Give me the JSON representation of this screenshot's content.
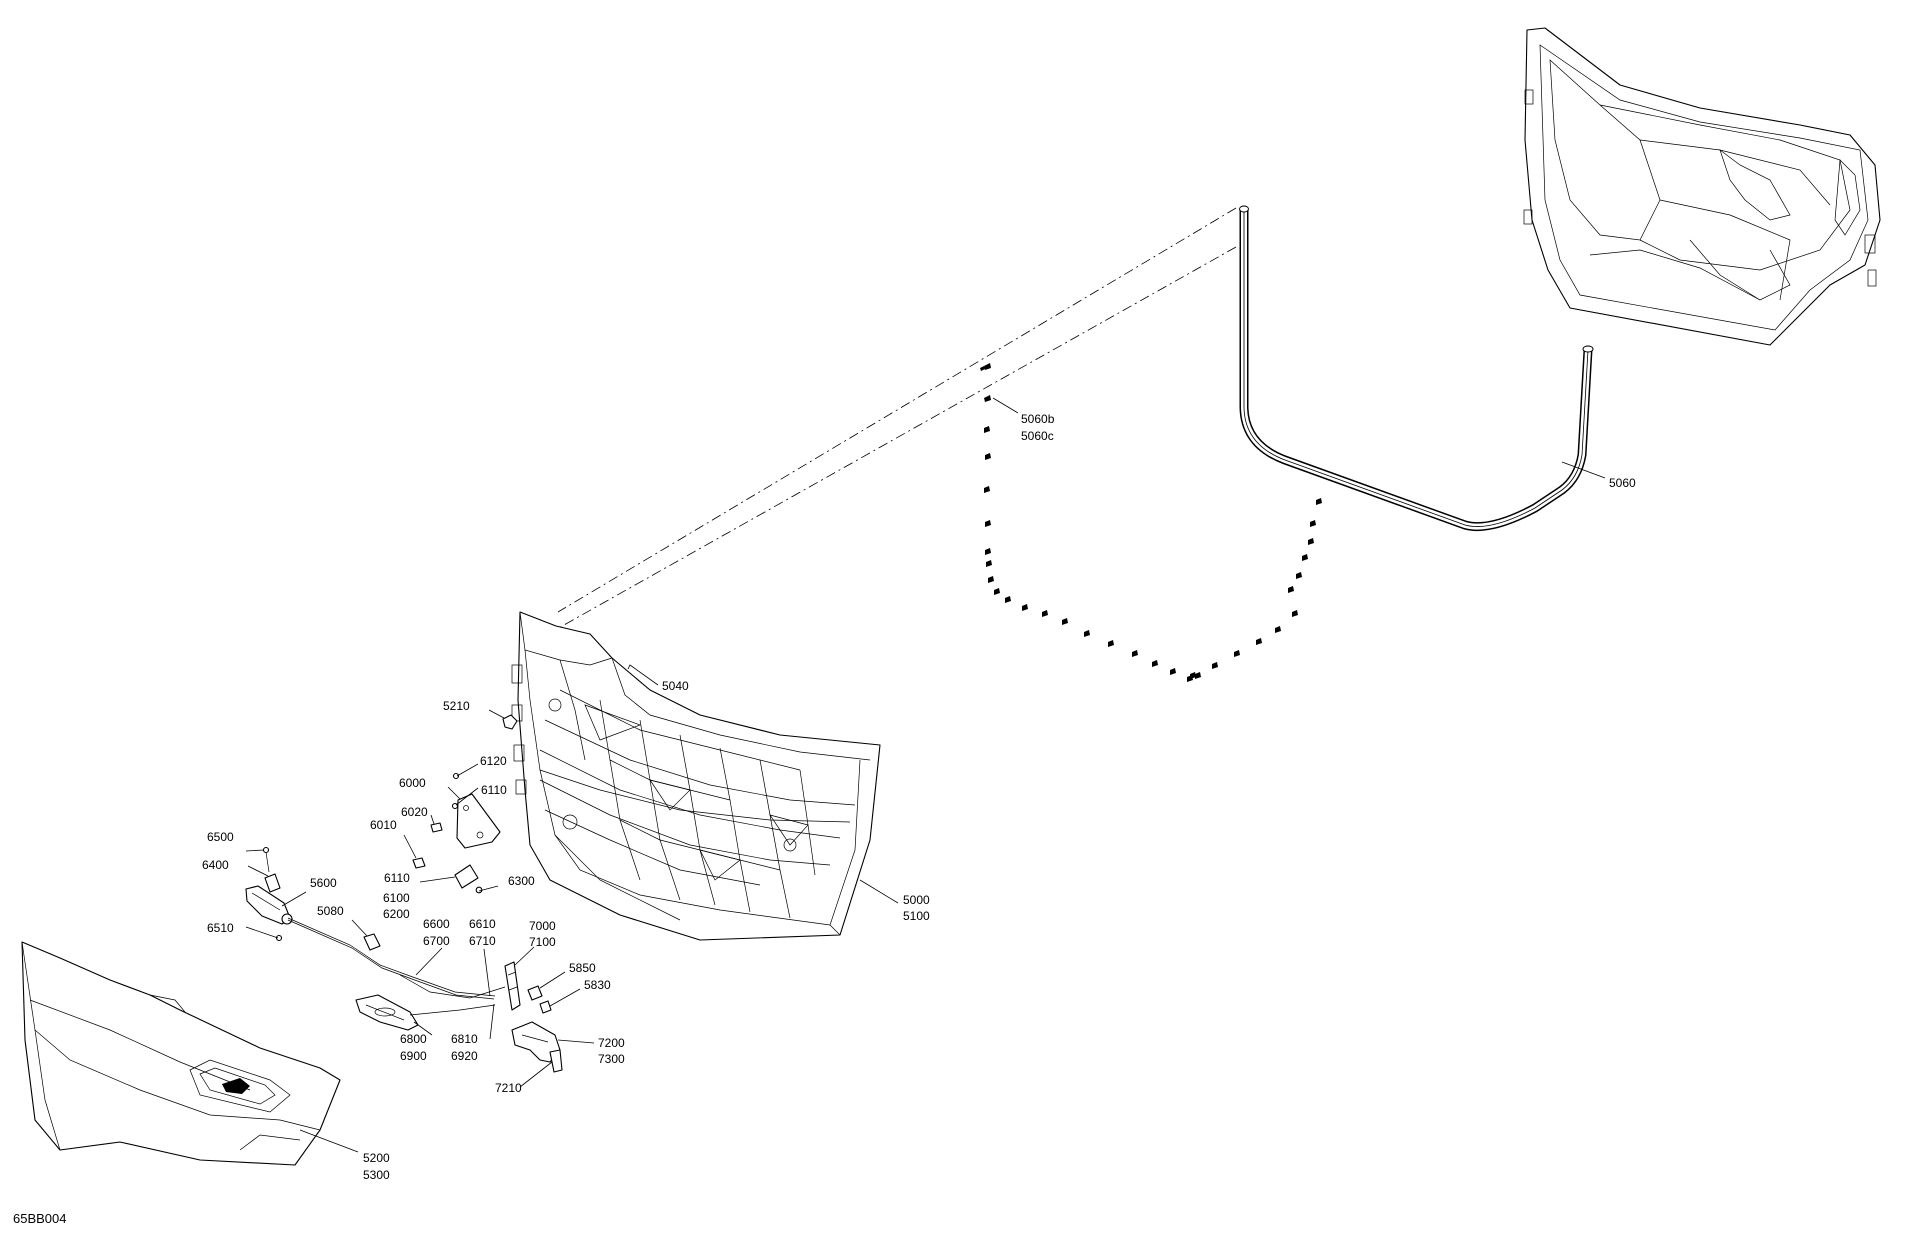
{
  "diagram": {
    "figure_code": "65BB004",
    "callouts": {
      "c5060b": "5060b",
      "c5060c": "5060c",
      "c5060": "5060",
      "c5040": "5040",
      "c5210": "5210",
      "c6120": "6120",
      "c6000": "6000",
      "c6110a": "6110",
      "c6020": "6020",
      "c6010": "6010",
      "c6110b": "6110",
      "c6100": "6100",
      "c6200": "6200",
      "c6300": "6300",
      "c6500": "6500",
      "c6400": "6400",
      "c5600": "5600",
      "c5080": "5080",
      "c6510": "6510",
      "c6600": "6600",
      "c6700": "6700",
      "c6610": "6610",
      "c6710": "6710",
      "c7000": "7000",
      "c7100": "7100",
      "c5850": "5850",
      "c5830": "5830",
      "c6800": "6800",
      "c6900": "6900",
      "c6810": "6810",
      "c6920": "6920",
      "c7200": "7200",
      "c7300": "7300",
      "c7210": "7210",
      "c5000": "5000",
      "c5100": "5100",
      "c5200": "5200",
      "c5300": "5300"
    }
  }
}
